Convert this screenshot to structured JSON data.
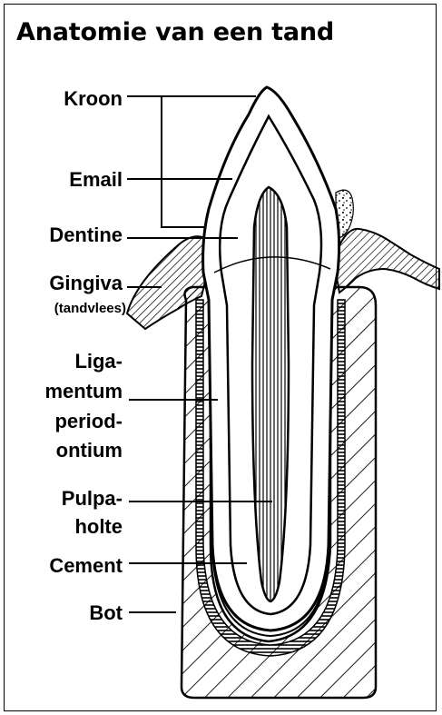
{
  "title": "Anatomie van een tand",
  "labels": {
    "kroon": "Kroon",
    "email": "Email",
    "dentine": "Dentine",
    "gingiva": "Gingiva",
    "tandvlees": "(tandvlees)",
    "ligamentum_1": "Liga-",
    "ligamentum_2": "mentum",
    "ligamentum_3": "period-",
    "ligamentum_4": "ontium",
    "pulpa_1": "Pulpa-",
    "pulpa_2": "holte",
    "cement": "Cement",
    "bot": "Bot"
  }
}
